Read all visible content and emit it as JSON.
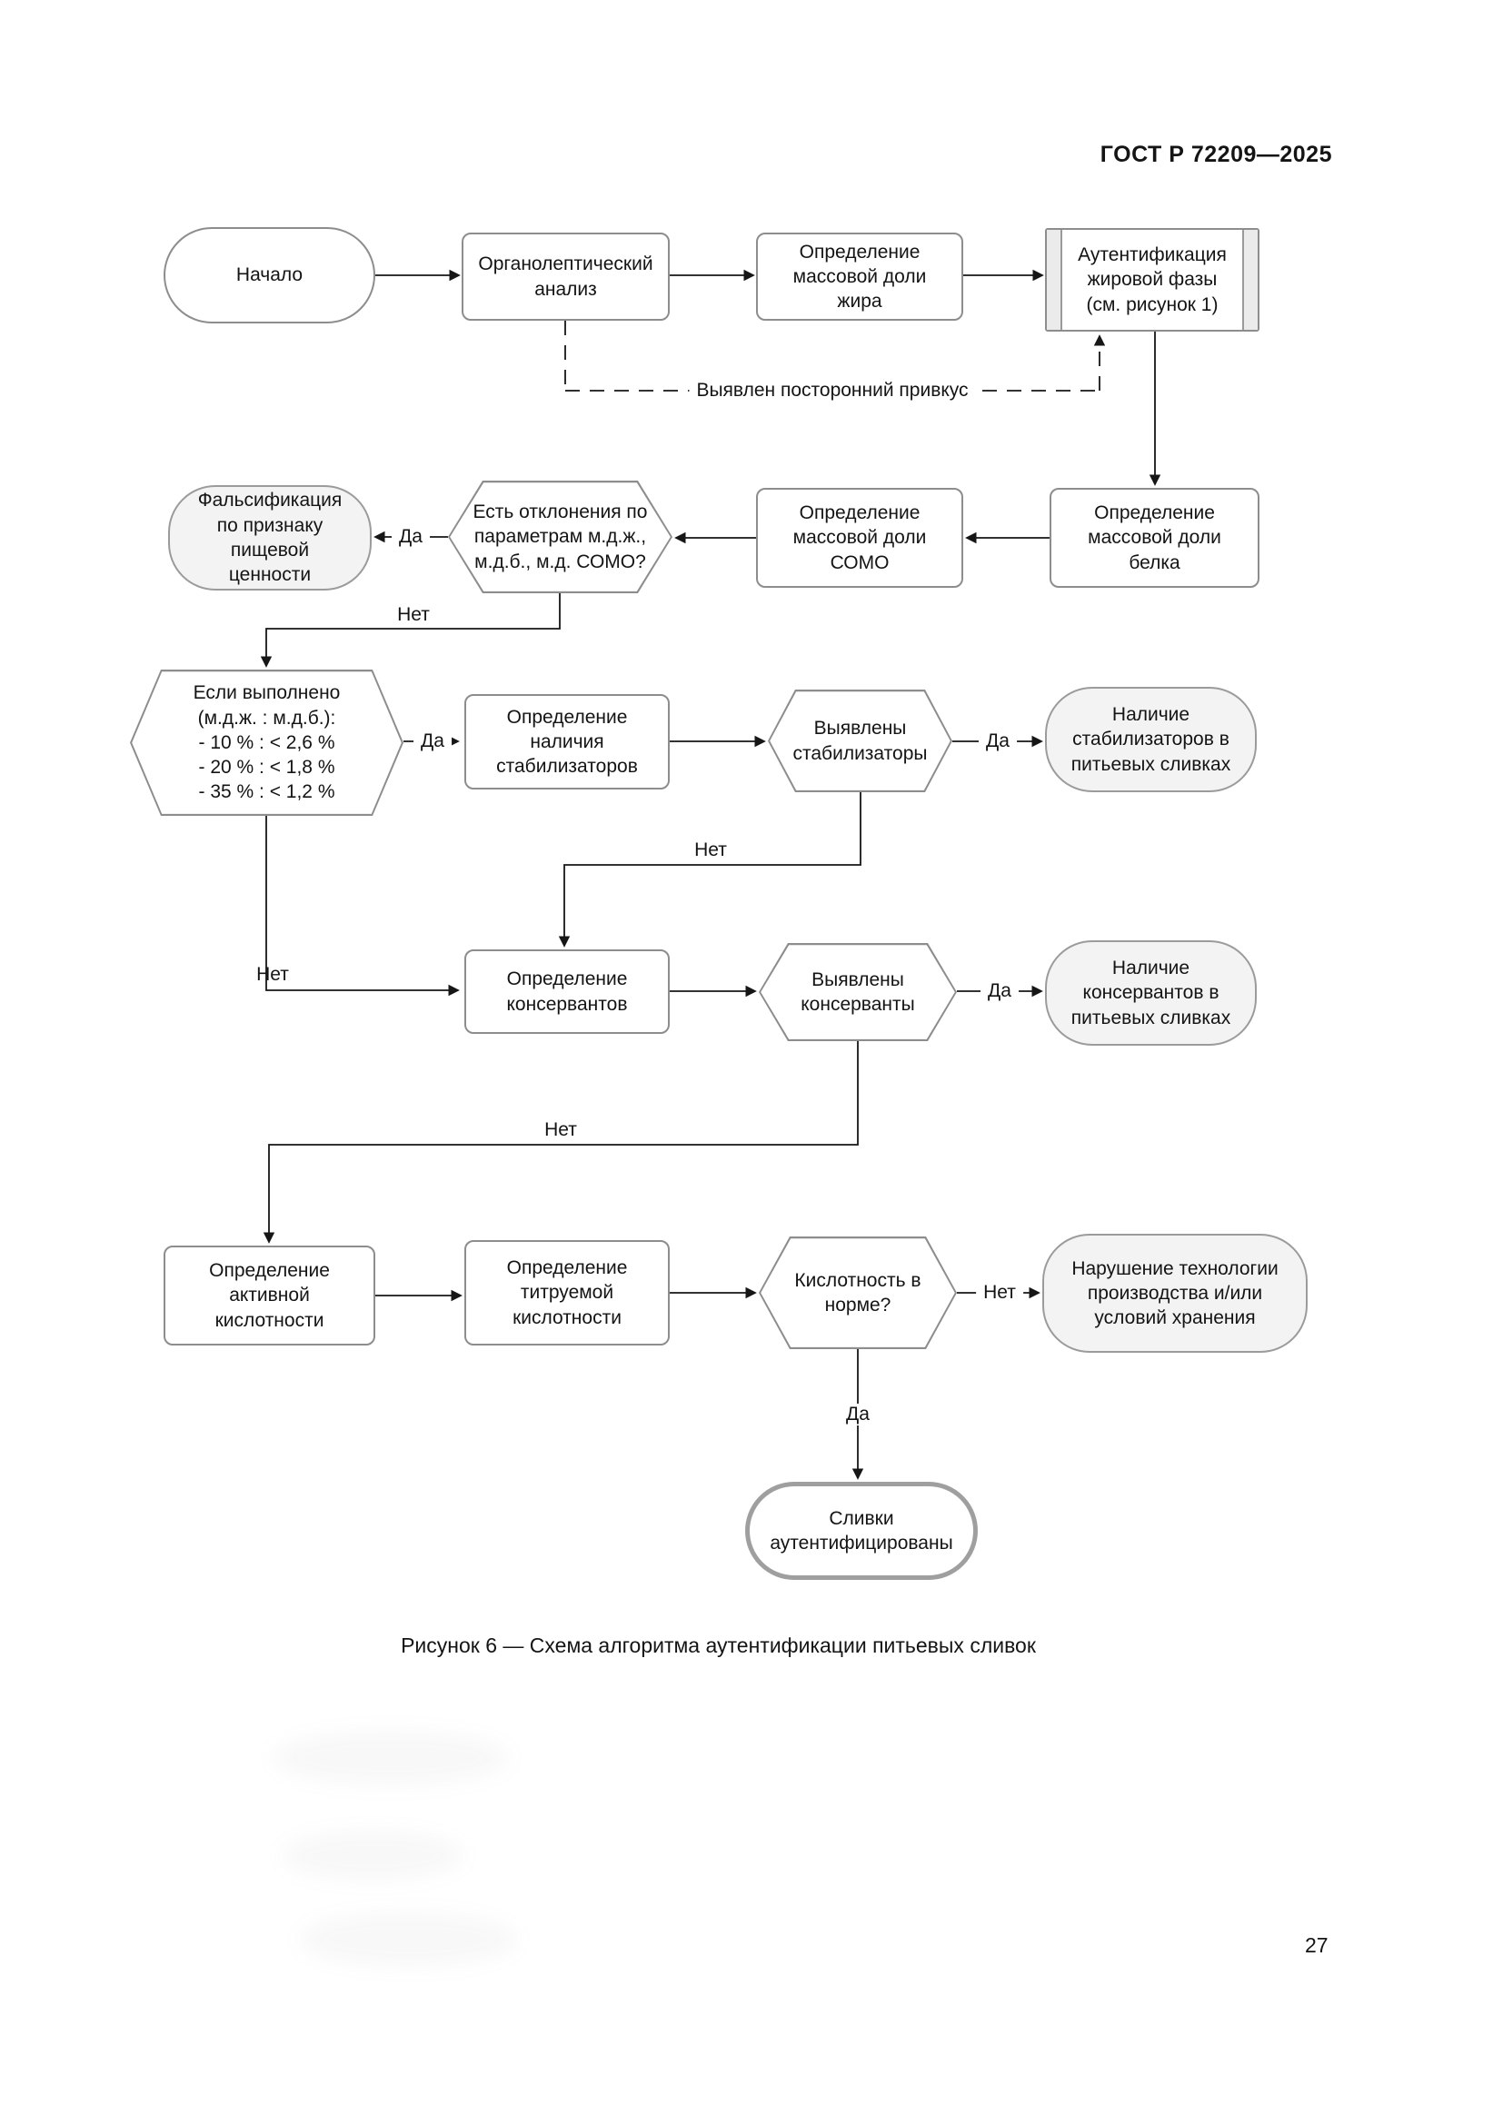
{
  "page": {
    "header": "ГОСТ Р 72209—2025",
    "caption": "Рисунок 6 — Схема алгоритма аутентификации питьевых сливок",
    "page_number": "27"
  },
  "labels": {
    "yes": "Да",
    "no": "Нет",
    "off_flavor": "Выявлен посторонний привкус"
  },
  "nodes": {
    "start": "Начало",
    "organoleptic": "Органолептический анализ",
    "fat_mass": "Определение массовой доли жира",
    "fat_auth": "Аутентификация жировой фазы (см. рисунок 1)",
    "protein_mass": "Определение массовой доли белка",
    "somo_mass": "Определение массовой доли СОМО",
    "deviations": "Есть отклонения по параметрам м.д.ж., м.д.б., м.д. СОМО?",
    "falsification": "Фальсификация по признаку пищевой ценности",
    "ratio_check": "Если выполнено\n(м.д.ж. : м.д.б.):\n- 10 % : < 2,6 %\n- 20 % : < 1,8 %\n- 35 % : < 1,2 %",
    "stabilizer_detect": "Определение наличия стабилизаторов",
    "stabilizers_found": "Выявлены стабилизаторы",
    "stabilizers_presence": "Наличие стабилизаторов в питьевых сливках",
    "preservative_detect": "Определение консервантов",
    "preservatives_found": "Выявлены консерванты",
    "preservatives_presence": "Наличие консервантов в питьевых сливках",
    "active_acidity": "Определение активной кислотности",
    "titratable_acidity": "Определение титруемой кислотности",
    "acidity_norm": "Кислотность в норме?",
    "tech_violation": "Нарушение технологии производства и/или условий хранения",
    "authenticated": "Сливки аутентифицированы"
  }
}
